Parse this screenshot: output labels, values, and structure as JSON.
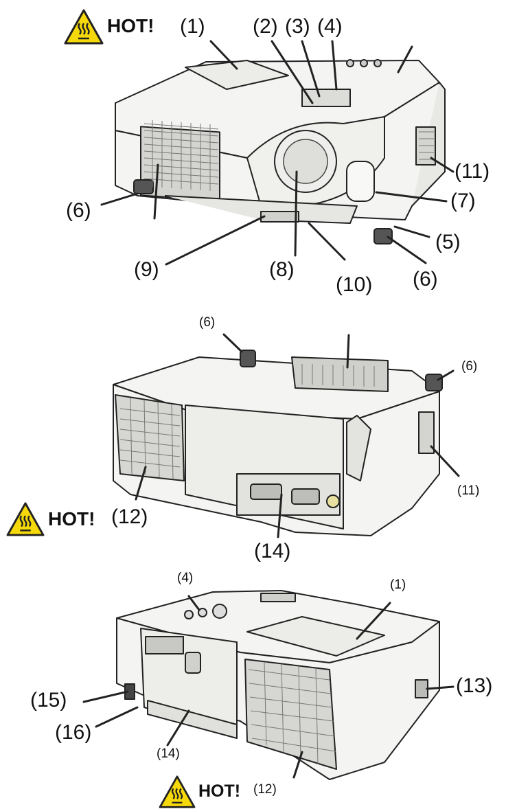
{
  "warning_text": "HOT!",
  "colors": {
    "warning_fill": "#f5d90a",
    "outline": "#222222",
    "body": "#f4f4f2",
    "shade": "#d9d9d6"
  },
  "icons": {
    "warning": "hot-surface-warning-icon"
  },
  "view1": {
    "labels": [
      "(1)",
      "(2)",
      "(3)",
      "(4)",
      "(11)",
      "(7)",
      "(6)",
      "(5)",
      "(9)",
      "(8)",
      "(10)",
      "(6)"
    ]
  },
  "view2": {
    "labels": [
      "(6)",
      "(6)",
      "(11)",
      "(12)",
      "(14)"
    ]
  },
  "view3": {
    "labels": [
      "(4)",
      "(1)",
      "(13)",
      "(15)",
      "(16)",
      "(14)",
      "(12)"
    ]
  }
}
